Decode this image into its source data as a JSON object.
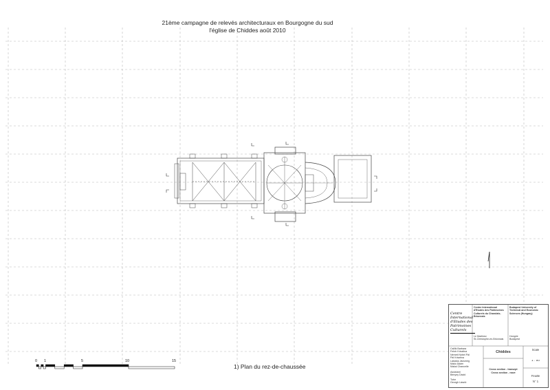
{
  "title": {
    "line1": "21ème campagne de relevés architecturaux en Bourgogne du sud",
    "line2": "l'église de Chiddes août 2010"
  },
  "caption": "1) Plan du rez-de-chaussée",
  "scale_bar": {
    "ticks": [
      "0",
      "1",
      "5",
      "10",
      "15"
    ]
  },
  "cartouche": {
    "logo_text": "Centre International d'Etudes des Patrimoines Culturels",
    "institution_fr": "Centre International d'Etudes des Patrimoines Culturels du Charolais-Brionnais",
    "institution_fr_place": "Le Martinez\nSt-Christophe-en-Brionnais",
    "institution_hu": "Budapest University of Technical and Economic Sciences (Hungary)",
    "institution_hu_place": "Hongrie\nBudapest",
    "team": "Csillik Barbara\nFehér Krisztina\nNémeti Nóbel Pál\nPál Krisztina\nLakatos Jácsmeg\nMakó Ádám\nMakai Chancelle",
    "assistant_label": "Assistant",
    "assistant": "Bényey Dávid",
    "tutor_label": "Tutor",
    "tutor": "Georgh László",
    "project": "Chiddes",
    "subtitle_1": "Cross section - transept",
    "subtitle_2": "Cross section - nave",
    "scale_label": "Scale",
    "scale_value": "1 : 50",
    "sheet_label": "Feuille",
    "sheet_value": "N° 1"
  }
}
